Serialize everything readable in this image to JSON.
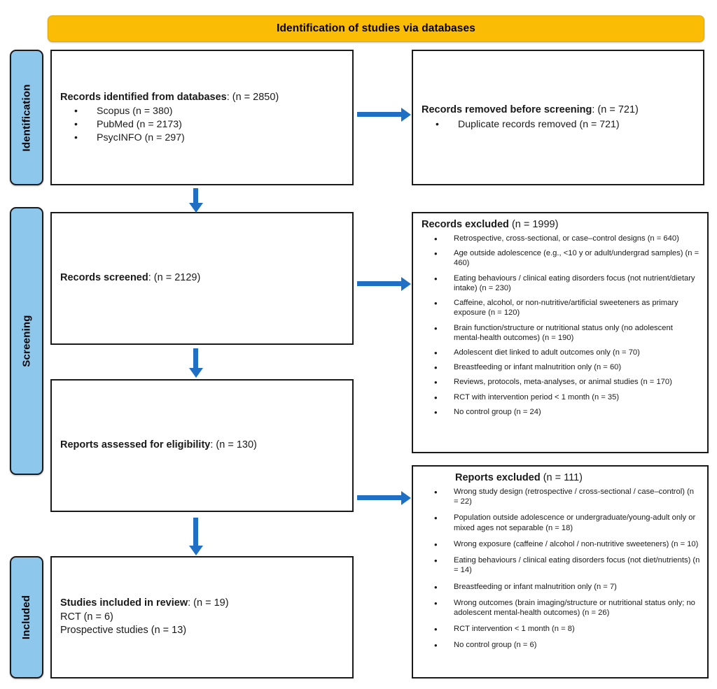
{
  "banner": {
    "title": "Identification of studies via databases",
    "color": "#FBBC05"
  },
  "stages": {
    "identification": "Identification",
    "screening": "Screening",
    "included": "Included",
    "color": "#8DC7EC"
  },
  "arrow_color": "#1F6FC4",
  "boxes": {
    "identified": {
      "title": "Records identified from databases",
      "count": ": (n = 2850)",
      "items": [
        "Scopus (n = 380)",
        "PubMed (n = 2173)",
        "PsycINFO (n = 297)"
      ]
    },
    "removed": {
      "title": "Records removed before screening",
      "count": ": (n = 721)",
      "items": [
        "Duplicate records removed (n = 721)"
      ]
    },
    "screened": {
      "title": "Records screened",
      "count": ": (n = 2129)"
    },
    "records_excluded": {
      "title": "Records excluded",
      "count": " (n = 1999)",
      "items": [
        "Retrospective, cross-sectional, or case–control designs (n = 640)",
        "Age outside adolescence (e.g., <10 y or adult/undergrad samples) (n = 460)",
        "Eating behaviours / clinical eating disorders focus (not nutrient/dietary intake) (n = 230)",
        "Caffeine, alcohol, or non-nutritive/artificial sweeteners as primary exposure (n = 120)",
        "Brain function/structure or nutritional status only (no adolescent mental-health outcomes) (n = 190)",
        "Adolescent diet linked to adult outcomes only (n = 70)",
        "Breastfeeding or infant malnutrition only (n = 60)",
        "Reviews, protocols, meta-analyses, or animal studies (n = 170)",
        "RCT with intervention period < 1 month (n = 35)",
        "No control group (n = 24)"
      ]
    },
    "assessed": {
      "title": "Reports assessed for eligibility",
      "count": ": (n = 130)"
    },
    "reports_excluded": {
      "title": "Reports excluded",
      "count": " (n = 111)",
      "items": [
        "Wrong study design (retrospective / cross-sectional / case–control) (n = 22)",
        "Population outside adolescence or undergraduate/young-adult only or mixed ages not separable (n = 18)",
        "Wrong exposure (caffeine / alcohol / non-nutritive sweeteners) (n = 10)",
        "Eating behaviours / clinical eating disorders focus (not diet/nutrients) (n = 14)",
        "Breastfeeding or infant malnutrition only (n = 7)",
        "Wrong outcomes (brain imaging/structure or nutritional status only; no adolescent mental-health outcomes) (n = 26)",
        "RCT intervention < 1 month (n = 8)",
        "No control group (n = 6)"
      ]
    },
    "included": {
      "title": "Studies included in review",
      "count": ": (n = 19)",
      "lines": [
        "RCT (n = 6)",
        "Prospective studies (n = 13)"
      ]
    }
  }
}
